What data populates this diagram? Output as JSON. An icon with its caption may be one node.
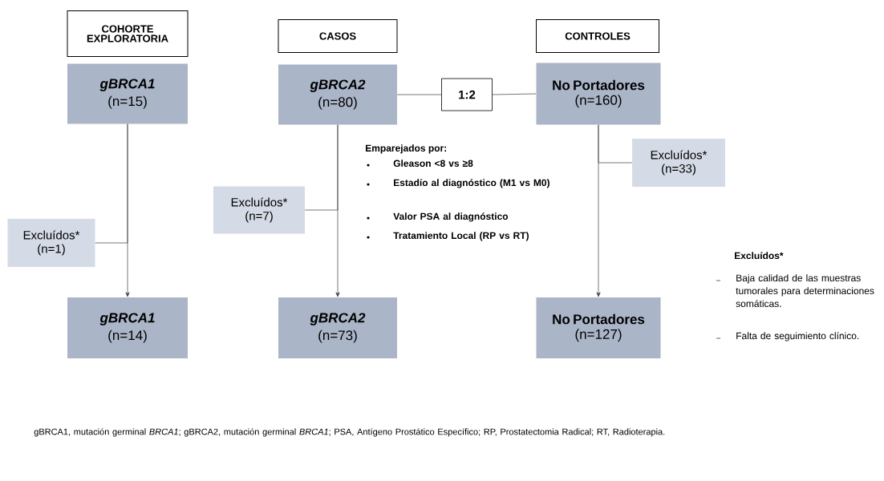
{
  "diagram": {
    "nodes": [
      {
        "text": [
          "COHORTE EXPLORATORIA"
        ]
      },
      {
        "text": [
          "CASOS"
        ]
      },
      {
        "text": [
          "CONTROLES"
        ]
      },
      {
        "text": [
          "gBRCA1",
          "(n=15)"
        ]
      },
      {
        "text": [
          "gBRCA2",
          "(n=80)"
        ]
      },
      {
        "text": [
          "1:2"
        ]
      },
      {
        "text": [
          "No Portadores",
          "(n=160)"
        ]
      },
      {
        "text": [
          "Excluídos*",
          "(n=1)"
        ]
      },
      {
        "text": [
          "Excluídos*",
          "(n=7)"
        ]
      },
      {
        "text": [
          "Excluídos*",
          "(n=33)"
        ]
      },
      {
        "text": [
          "gBRCA1",
          "(n=14)"
        ]
      },
      {
        "text": [
          "gBRCA2",
          "(n=73)"
        ]
      },
      {
        "text": [
          "No Portadores",
          "(n=127)"
        ]
      }
    ],
    "edges": [
      {
        "from": 3,
        "to": 10,
        "arrow": "to"
      },
      {
        "from": 3,
        "to": 7,
        "arrow": "none"
      },
      {
        "from": 4,
        "to": 11,
        "arrow": "to"
      },
      {
        "from": 4,
        "to": 8,
        "arrow": "none"
      },
      {
        "from": 4,
        "to": 5,
        "arrow": "none"
      },
      {
        "from": 5,
        "to": 6,
        "arrow": "none"
      },
      {
        "from": 6,
        "to": 12,
        "arrow": "to"
      },
      {
        "from": 6,
        "to": 9,
        "arrow": "none"
      }
    ],
    "labels": [
      "Emparejados por:",
      "Gleason <8 vs ≥8",
      "Estadío al diagnóstico (M1 vs M0)",
      "Valor PSA al diagnóstico",
      "Tratamiento Local (RP vs RT)",
      "Excluídos*",
      "Baja calidad de las muestras tumorales para determinaciones somáticas.",
      "Falta de seguimiento clínico.",
      "gBRCA1, mutación germinal *BRCA1*; gBRCA2, mutación germinal *BRCA1*; PSA, Antígeno Prostático Específico; RP, Prostatectomia Radical; RT, Radioterapia."
    ]
  }
}
